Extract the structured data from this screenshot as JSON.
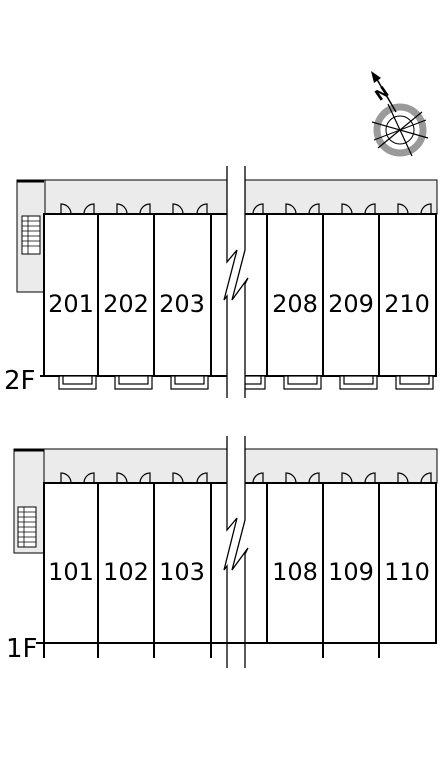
{
  "floors": [
    {
      "label": "2F",
      "units": [
        "201",
        "202",
        "203",
        "208",
        "209",
        "210"
      ]
    },
    {
      "label": "1F",
      "units": [
        "101",
        "102",
        "103",
        "108",
        "109",
        "110"
      ]
    }
  ],
  "compass": {
    "label": "N",
    "icon": "north-compass-icon"
  },
  "colors": {
    "corridor": "#ebebeb",
    "line": "#000000",
    "compass_ring": "#9a9a9a"
  }
}
